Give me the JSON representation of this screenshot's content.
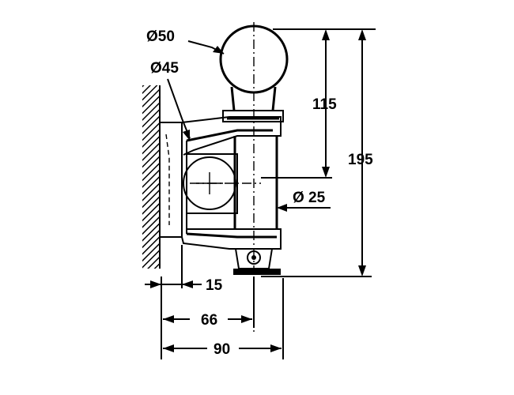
{
  "dimensions": {
    "ball_diameter": "Ø50",
    "collar_diameter": "Ø45",
    "shank_diameter": "Ø 25",
    "ball_height": "115",
    "total_height": "195",
    "offset_15": "15",
    "offset_66": "66",
    "offset_90": "90"
  }
}
